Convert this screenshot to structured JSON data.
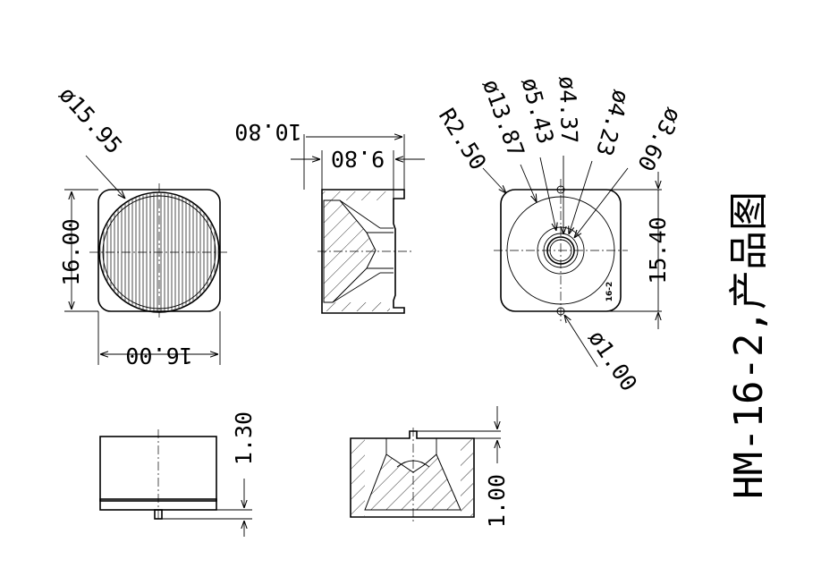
{
  "drawing": {
    "title": "HM-16-2,产品图",
    "front_view": {
      "diameter": "ø15.95",
      "height": "16.00",
      "width": "16.00"
    },
    "section_view": {
      "overall": "10.80",
      "inner": "9.80"
    },
    "bottom_view": {
      "radius": "R2.50",
      "d1": "ø13.87",
      "d2": "ø5.43",
      "d3": "ø4.37",
      "d4": "ø4.23",
      "d5": "ø3.60",
      "pin": "ø1.00",
      "pitch": "15.40",
      "marking": "16-2"
    },
    "side_view": {
      "pin_length": "1.30"
    },
    "section_side_view": {
      "offset": "1.00"
    }
  }
}
